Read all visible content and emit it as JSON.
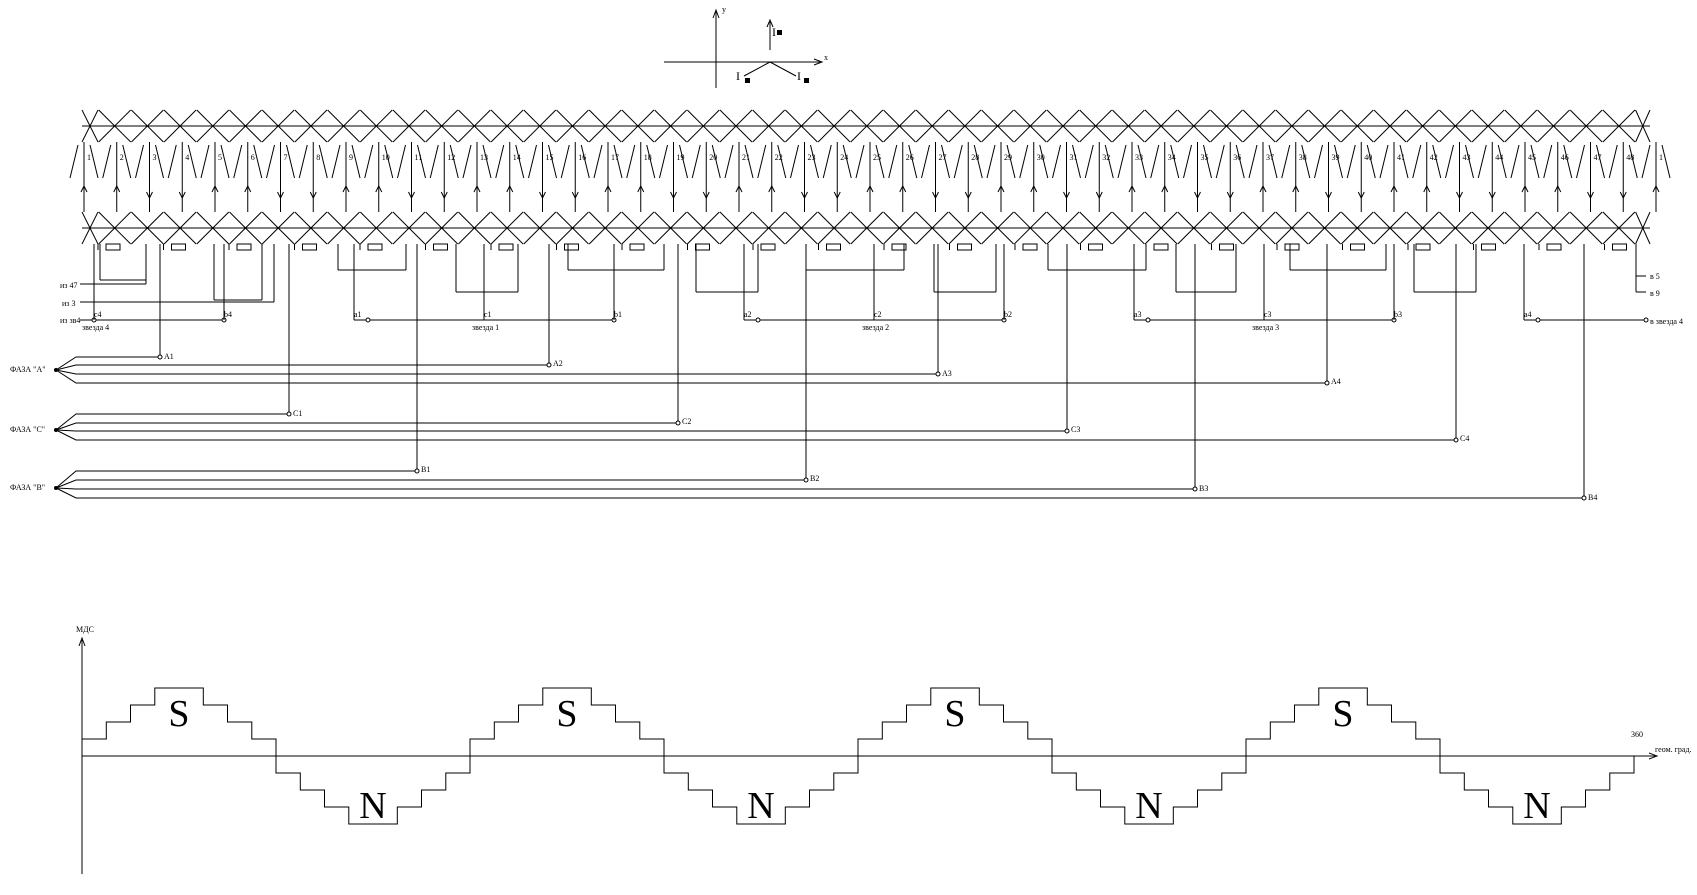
{
  "vector_diagram": {
    "axis_x": "x",
    "axis_y": "y",
    "current_label": "I"
  },
  "slots": [
    "1",
    "2",
    "3",
    "4",
    "5",
    "6",
    "7",
    "8",
    "9",
    "10",
    "11",
    "12",
    "13",
    "14",
    "15",
    "16",
    "17",
    "18",
    "19",
    "20",
    "21",
    "22",
    "23",
    "24",
    "25",
    "26",
    "27",
    "28",
    "29",
    "30",
    "31",
    "32",
    "33",
    "34",
    "35",
    "36",
    "37",
    "38",
    "39",
    "40",
    "41",
    "42",
    "43",
    "44",
    "45",
    "46",
    "47",
    "48",
    "1"
  ],
  "left_wires": {
    "from_47": "из 47",
    "from_3": "из 3",
    "from_star4": "из зв4"
  },
  "right_wires": {
    "to_5": "в 5",
    "to_9": "в 9",
    "to_star4": "в звезда 4"
  },
  "star_points": [
    {
      "labels": [
        "c4",
        "b4"
      ],
      "name": "звезда 4"
    },
    {
      "labels": [
        "a1",
        "c1",
        "b1"
      ],
      "name": "звезда 1"
    },
    {
      "labels": [
        "a2",
        "c2",
        "b2"
      ],
      "name": "звезда 2"
    },
    {
      "labels": [
        "a3",
        "c3",
        "b3"
      ],
      "name": "звезда 3"
    },
    {
      "labels": [
        "a4"
      ],
      "name": ""
    }
  ],
  "phases": [
    {
      "label": "ФАЗА \"А\"",
      "taps": [
        "A1",
        "A2",
        "A3",
        "A4"
      ]
    },
    {
      "label": "ФАЗА \"С\"",
      "taps": [
        "C1",
        "C2",
        "C3",
        "C4"
      ]
    },
    {
      "label": "ФАЗА \"В\"",
      "taps": [
        "B1",
        "B2",
        "B3",
        "B4"
      ]
    }
  ],
  "mmf_chart": {
    "ylabel": "МДС",
    "x_end_label": "360",
    "x_unit": "геом. град.",
    "pole_labels": [
      "S",
      "N",
      "S",
      "N",
      "S",
      "N",
      "S",
      "N"
    ],
    "step_profile": [
      1,
      2,
      3,
      4,
      4,
      3,
      2,
      1
    ],
    "pole_pairs": 4
  }
}
